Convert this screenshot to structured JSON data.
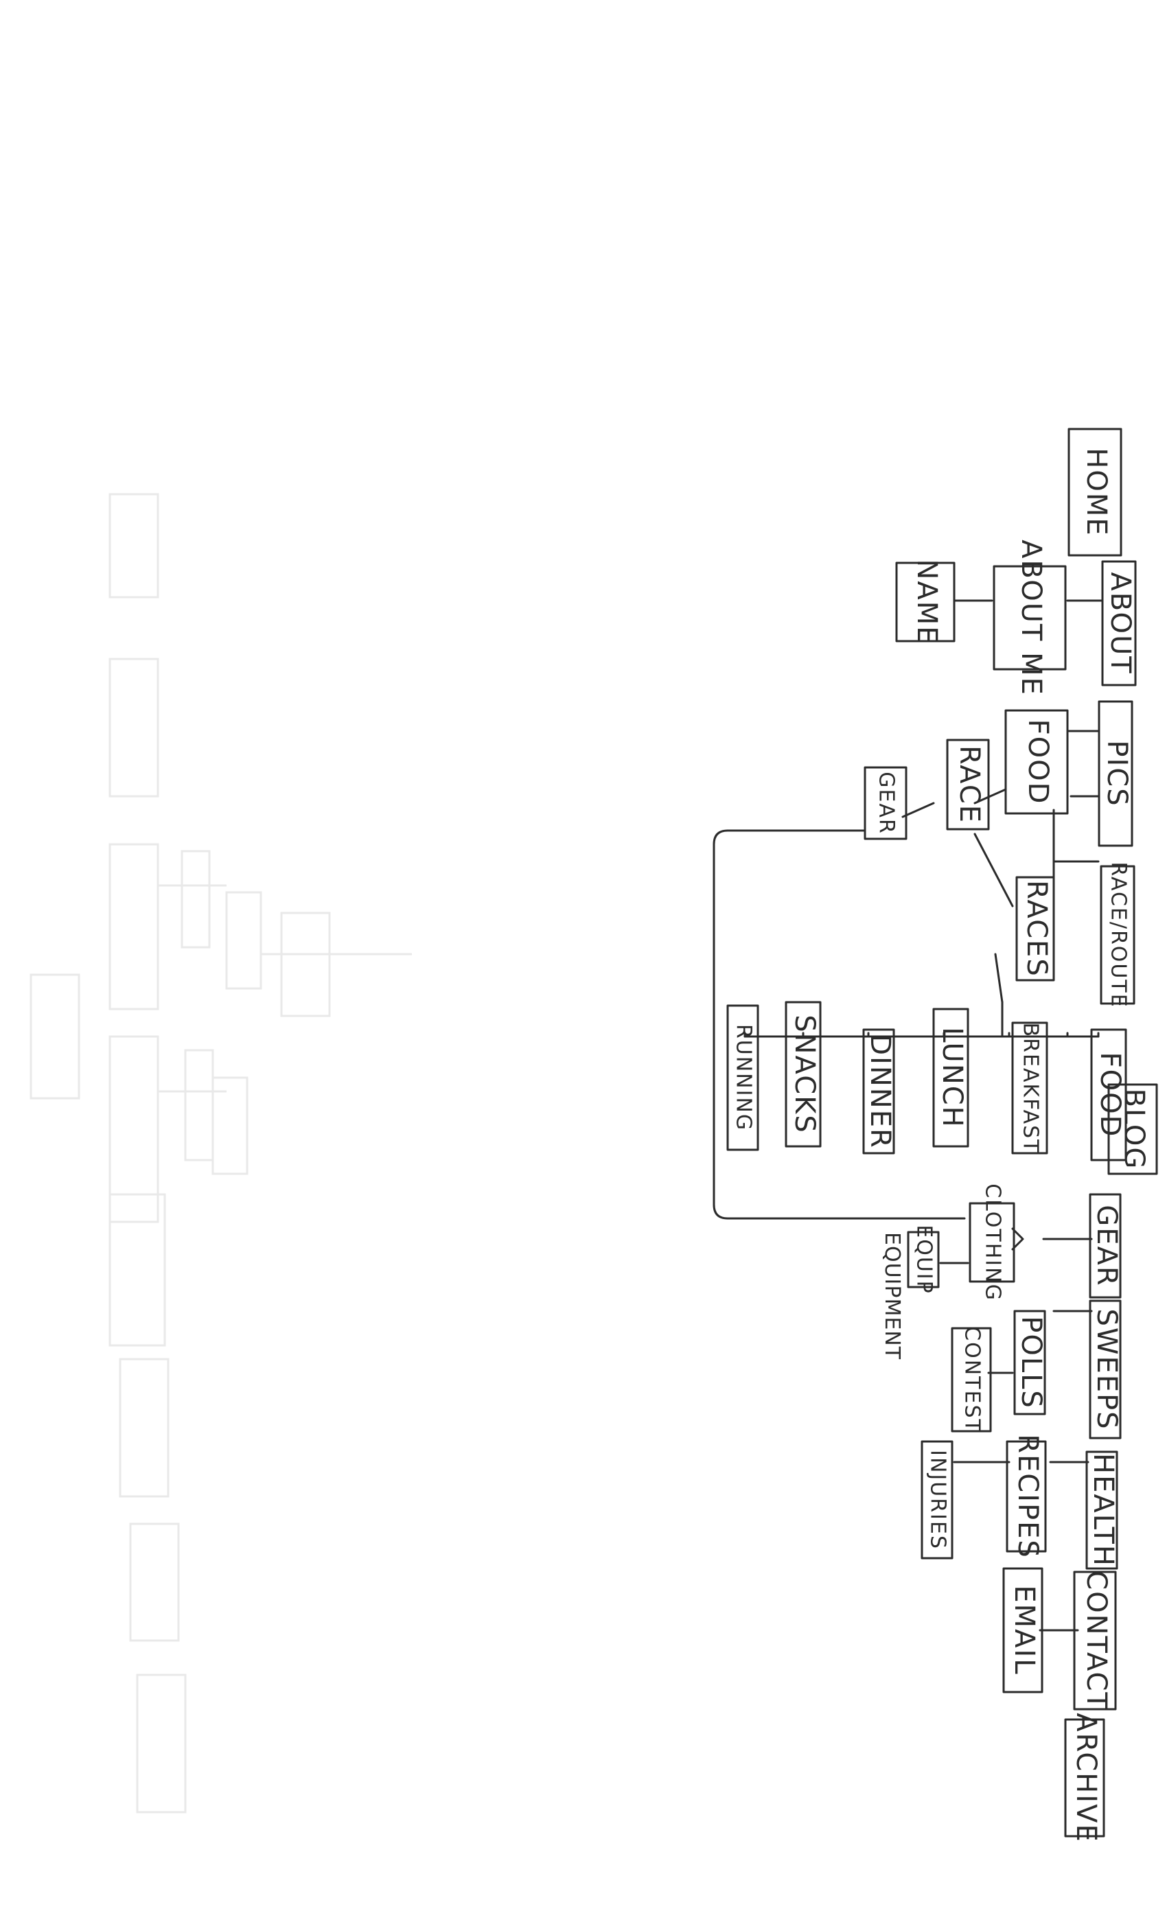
{
  "nodes": {
    "blog": "BLOG",
    "home": "HOME",
    "about": "ABOUT",
    "about_me": "ABOUT ME",
    "name": "NAME",
    "pics": "PICS",
    "pics_food": "FOOD",
    "pics_race": "RACE",
    "pics_gear": "GEAR",
    "race_route": "RACE/ROUTE",
    "races": "RACES",
    "food": "FOOD",
    "breakfast": "BREAKFAST",
    "lunch": "LUNCH",
    "dinner": "DINNER",
    "snacks": "SNACKS",
    "running": "RUNNING",
    "gear": "GEAR",
    "clothing": "CLOTHING",
    "equip": "EQUIP",
    "sweeps": "SWEEPS",
    "polls": "POLLS",
    "contest": "CONTEST",
    "health": "HEALTH",
    "recipes": "RECIPES",
    "injuries": "INJURIES",
    "contact": "CONTACT",
    "email": "EMAIL",
    "archive": "ARCHIVE"
  },
  "notes": {
    "equipment": "EQUIPMENT"
  }
}
